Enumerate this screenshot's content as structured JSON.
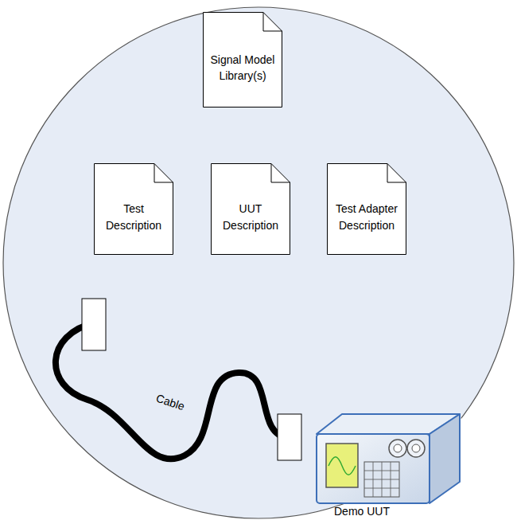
{
  "diagram": {
    "nodes": [
      {
        "text": [
          "Signal Model Library(s)"
        ]
      },
      {
        "text": [
          "Test Description"
        ]
      },
      {
        "text": [
          "UUT Description"
        ]
      },
      {
        "text": [
          "Test Adapter Description"
        ]
      }
    ],
    "labels": [
      "Cable",
      "Demo UUT"
    ]
  }
}
